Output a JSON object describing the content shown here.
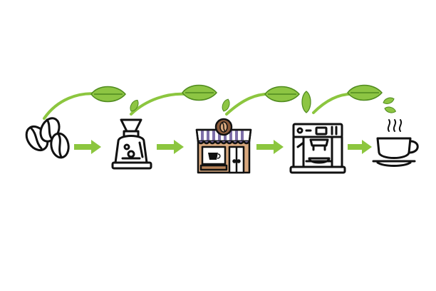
{
  "diagram": {
    "type": "process-flow",
    "steps": [
      {
        "name": "coffee-beans",
        "icon": "coffee-beans-icon"
      },
      {
        "name": "roaster",
        "icon": "coffee-roaster-icon"
      },
      {
        "name": "coffee-shop",
        "icon": "coffee-shop-icon"
      },
      {
        "name": "espresso-machine",
        "icon": "espresso-machine-icon"
      },
      {
        "name": "coffee-cup",
        "icon": "hot-coffee-cup-icon"
      }
    ],
    "connectors": {
      "type": "arrow",
      "count": 4
    },
    "decoration": {
      "type": "leafy-vine",
      "arcs": 4
    }
  },
  "colors": {
    "outline": "#111111",
    "green": "#8cc63f",
    "green_dark": "#4f8a1e",
    "leaf": "#8dc543",
    "awning_stripe": "#7d6fa8",
    "wood": "#d9a87e",
    "wood_dark": "#b98358",
    "bean_brown": "#8a5a3b"
  }
}
